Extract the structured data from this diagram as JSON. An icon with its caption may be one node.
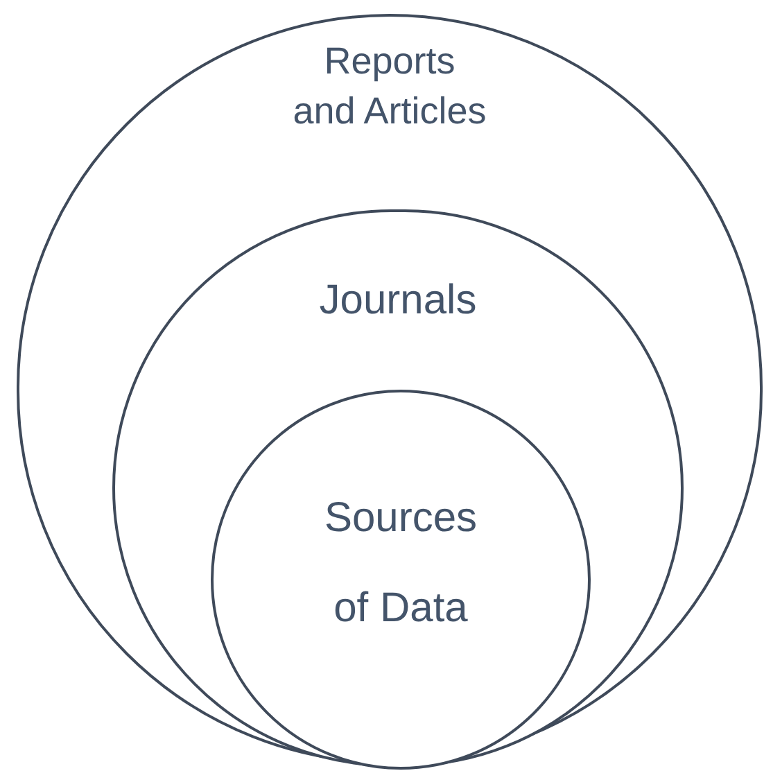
{
  "diagram": {
    "nodes": [
      {
        "text": [
          "Reports and Articles"
        ]
      },
      {
        "text": [
          "Journals"
        ],
        "in": 0
      },
      {
        "text": [
          "Sources of Data"
        ],
        "in": 1
      }
    ]
  }
}
